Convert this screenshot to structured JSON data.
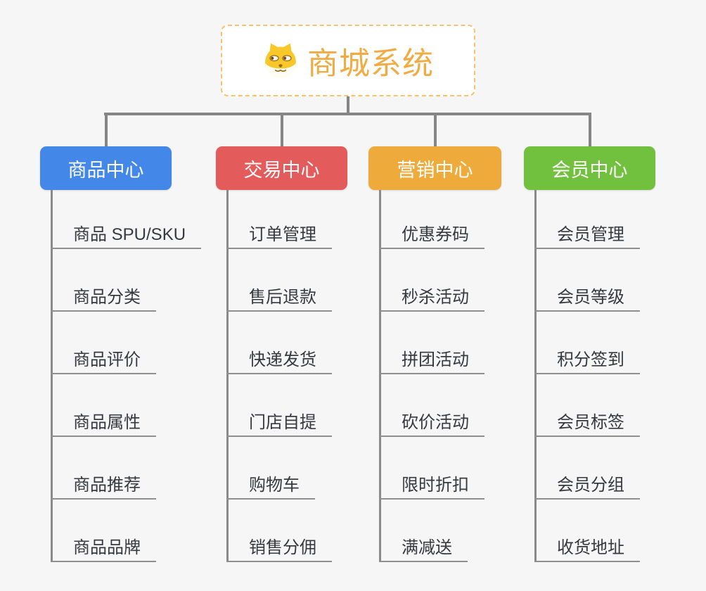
{
  "root": {
    "title": "商城系统",
    "icon": "shiba-dog-icon",
    "title_color": "#f0ac43",
    "border_color": "#f5c26d"
  },
  "connector_color": "#868686",
  "branches": [
    {
      "label": "商品中心",
      "color": "#4387e8",
      "items": [
        "商品 SPU/SKU",
        "商品分类",
        "商品评价",
        "商品属性",
        "商品推荐",
        "商品品牌"
      ]
    },
    {
      "label": "交易中心",
      "color": "#e45b5b",
      "items": [
        "订单管理",
        "售后退款",
        "快递发货",
        "门店自提",
        "购物车",
        "销售分佣"
      ]
    },
    {
      "label": "营销中心",
      "color": "#eeab3c",
      "items": [
        "优惠券码",
        "秒杀活动",
        "拼团活动",
        "砍价活动",
        "限时折扣",
        "满减送"
      ]
    },
    {
      "label": "会员中心",
      "color": "#72c13e",
      "items": [
        "会员管理",
        "会员等级",
        "积分签到",
        "会员标签",
        "会员分组",
        "收货地址"
      ]
    }
  ]
}
